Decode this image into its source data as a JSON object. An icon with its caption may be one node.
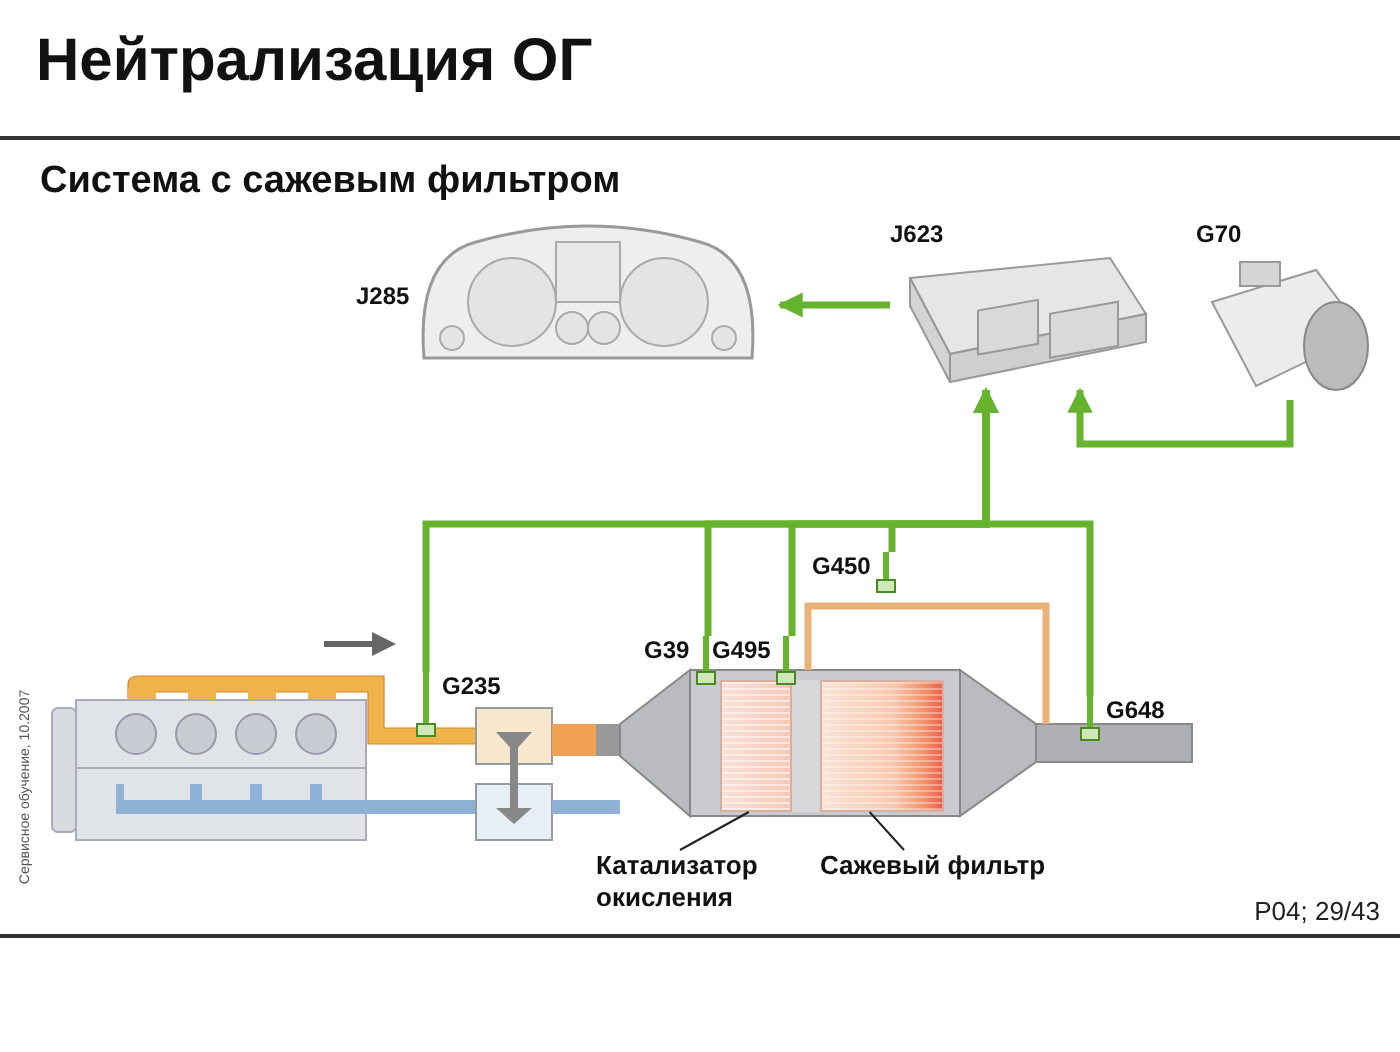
{
  "diagram": {
    "title": "Нейтрализация ОГ",
    "nodes": [
      {
        "text": [
          "J285"
        ]
      },
      {
        "text": [
          "J623"
        ]
      },
      {
        "text": [
          "G70"
        ]
      },
      {
        "text": [
          "G235"
        ]
      },
      {
        "text": [
          "G39"
        ]
      },
      {
        "text": [
          "G495"
        ]
      },
      {
        "text": [
          "G450"
        ]
      },
      {
        "text": [
          "G648"
        ]
      },
      {
        "text": [
          "Катализатор окисления"
        ]
      },
      {
        "text": [],
        "shape": "box"
      },
      {
        "text": [
          "Сажевый фильтр"
        ]
      },
      {
        "text": [],
        "shape": "box"
      }
    ],
    "edges": [
      {
        "from": 1,
        "to": 0,
        "arrow": "to"
      },
      {
        "from": 2,
        "to": 1,
        "arrow": "to"
      },
      {
        "from": 3,
        "to": 1,
        "arrow": "to"
      },
      {
        "from": 4,
        "to": 1,
        "arrow": "to"
      },
      {
        "from": 5,
        "to": 1,
        "arrow": "to"
      },
      {
        "from": 6,
        "to": 1,
        "arrow": "to"
      },
      {
        "from": 7,
        "to": 1,
        "arrow": "to"
      },
      {
        "from": 8,
        "to": 9,
        "arrow": "none",
        "color": "#222222"
      },
      {
        "from": 10,
        "to": 11,
        "arrow": "none",
        "color": "#222222"
      }
    ],
    "labels": [
      "Система с сажевым фильтром",
      "Сервисное обучение, 10.2007",
      "P04; 29/43"
    ]
  }
}
